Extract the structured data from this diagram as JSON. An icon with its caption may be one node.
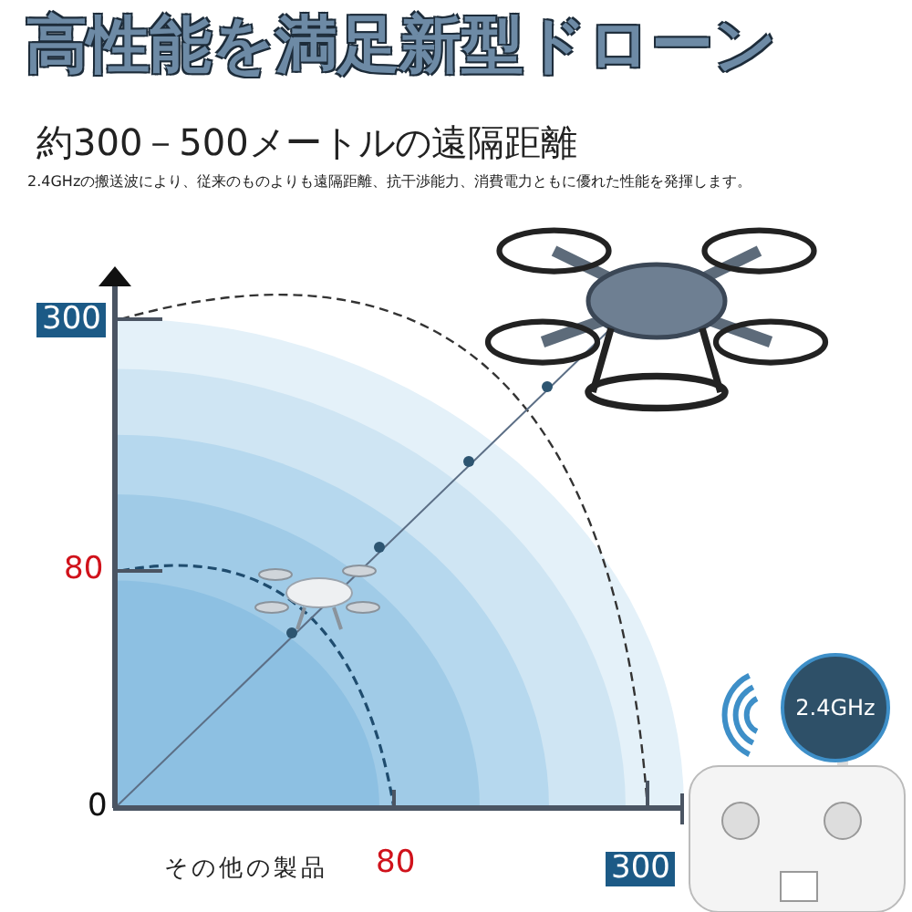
{
  "diagram": {
    "title": "高性能を満足新型ドローン",
    "nodes": [
      {
        "text": [
          "300"
        ]
      },
      {
        "text": [
          "300"
        ]
      },
      {
        "text": [
          "2.4GHz"
        ]
      }
    ],
    "edges": [],
    "labels": [
      "約300－500メートルの遠隔距離",
      "2.4GHzの搬送波により、従来のものよりも遠隔距離、抗干渉能力、消費電力ともに優れた性能を発揮します。",
      "80",
      "0",
      "その他の製品",
      "80"
    ]
  }
}
